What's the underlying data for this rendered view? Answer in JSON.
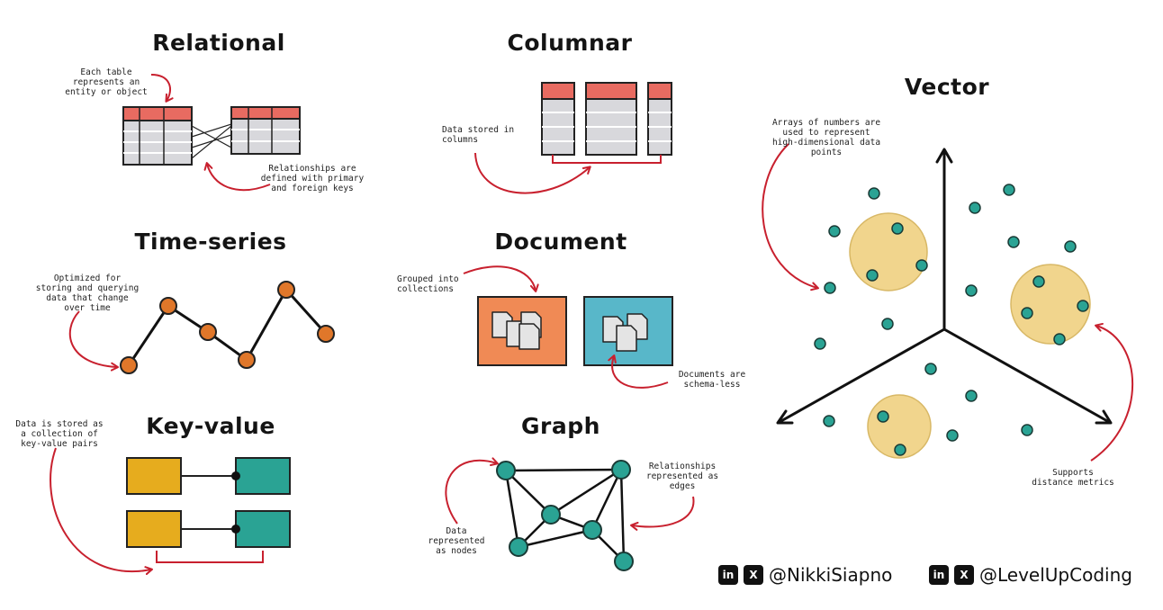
{
  "titles": {
    "relational": "Relational",
    "columnar": "Columnar",
    "vector": "Vector",
    "timeseries": "Time-series",
    "document": "Document",
    "keyvalue": "Key-value",
    "graph": "Graph"
  },
  "notes": {
    "relational_table": "Each table\nrepresents an\nentity or object",
    "relational_keys": "Relationships are\ndefined with primary\nand foreign keys",
    "columnar": "Data stored in\ncolumns",
    "vector": "Arrays of numbers are\nused to represent\nhigh-dimensional data\npoints",
    "vector_metrics": "Supports\ndistance metrics",
    "timeseries": "Optimized for\nstoring and querying\ndata that change\nover time",
    "document_collections": "Grouped into\ncollections",
    "document_schema": "Documents are\nschema-less",
    "keyvalue": "Data is stored as\na collection of\nkey-value pairs",
    "graph_edges": "Relationships\nrepresented as\nedges",
    "graph_nodes": "Data\nrepresented\nas nodes"
  },
  "footer": {
    "handle1": "@NikkiSiapno",
    "handle2": "@LevelUpCoding",
    "linkedin": "in",
    "x": "X"
  },
  "colors": {
    "red": "#e86b61",
    "grey": "#d8d8dc",
    "teal": "#2aa394",
    "orange": "#e0772a",
    "gold": "#e6ac1e",
    "sky": "#58b7c9",
    "sand": "#f1d58d",
    "arrow": "#c8202e"
  }
}
